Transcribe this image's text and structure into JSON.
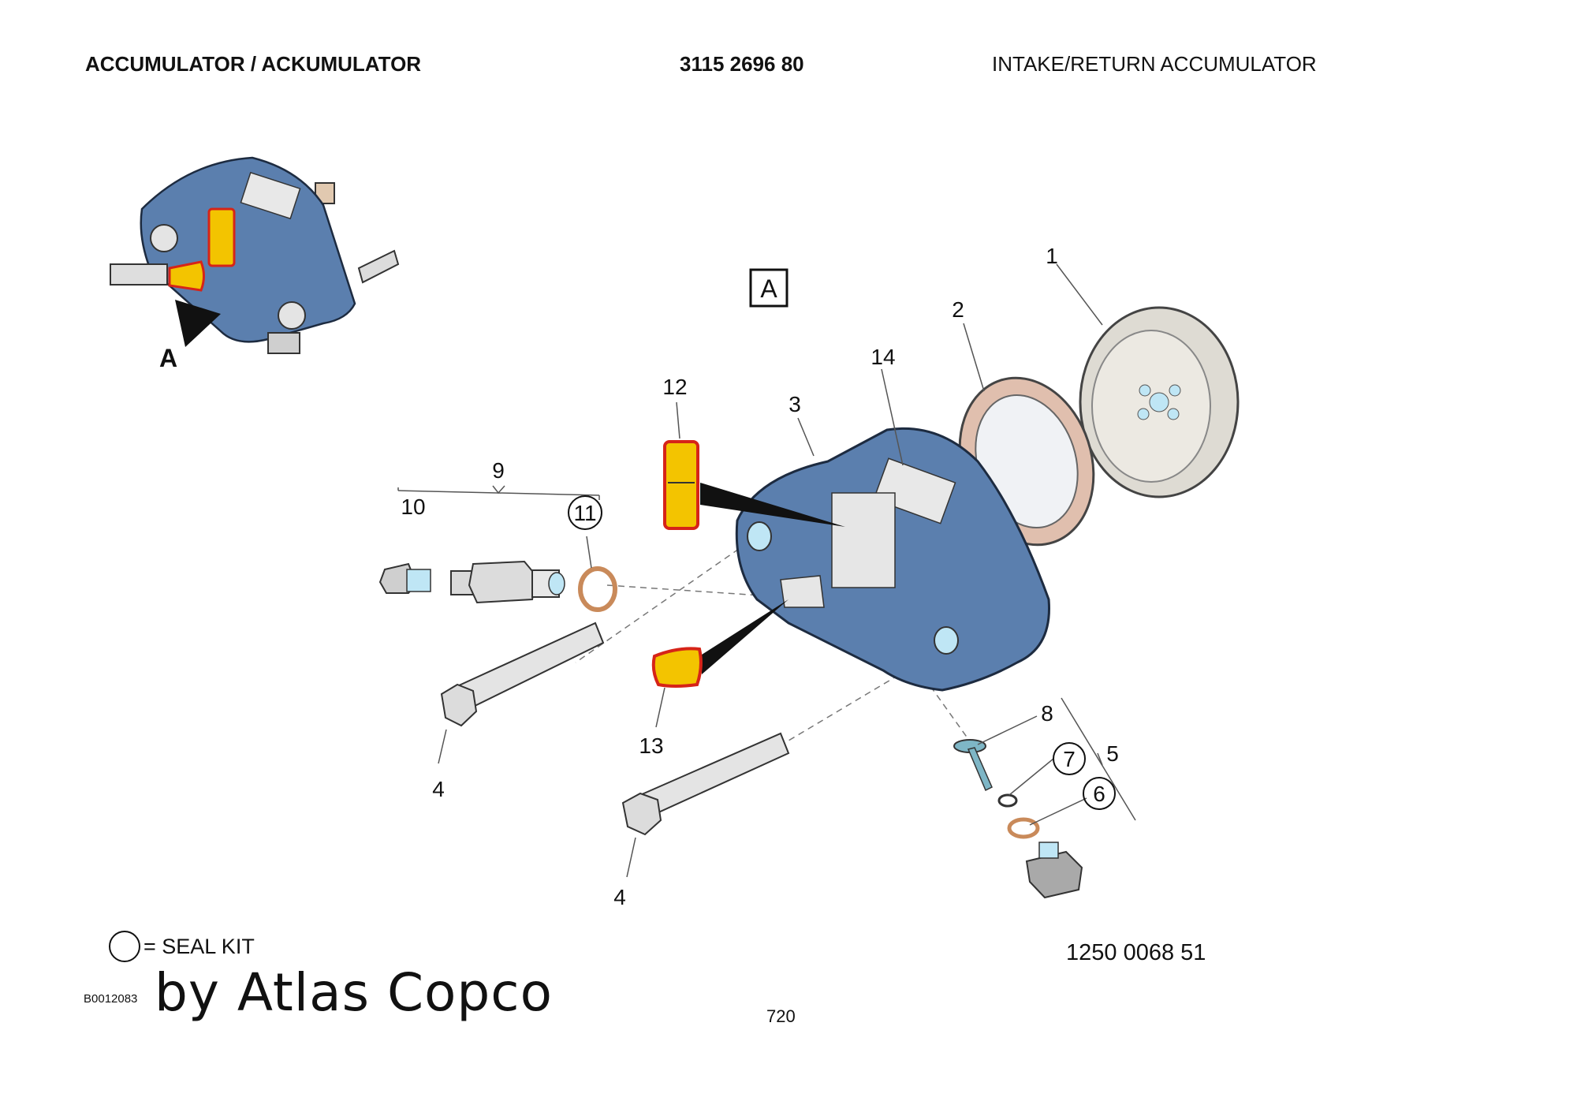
{
  "header": {
    "title_left": "ACCUMULATOR / ACKUMULATOR",
    "part_number": "3115 2696 80",
    "title_right": "INTAKE/RETURN ACCUMULATOR"
  },
  "diagram": {
    "view_marker": "A",
    "detail_label": "A",
    "callouts": [
      "1",
      "2",
      "3",
      "4",
      "4",
      "5",
      "6",
      "7",
      "8",
      "9",
      "10",
      "11",
      "12",
      "13",
      "14"
    ],
    "seal_kit_callouts": [
      "6",
      "7",
      "11"
    ]
  },
  "legend": {
    "seal_kit_text": "= SEAL KIT"
  },
  "footer": {
    "doc_code": "B0012083",
    "brand": "by Atlas Copco",
    "drawing_number": "1250 0068 51",
    "page": "720"
  },
  "colors": {
    "housing": "#5b7fae",
    "label_yellow": "#f3c400",
    "label_red": "#d62418",
    "seal": "#c98a5a"
  }
}
